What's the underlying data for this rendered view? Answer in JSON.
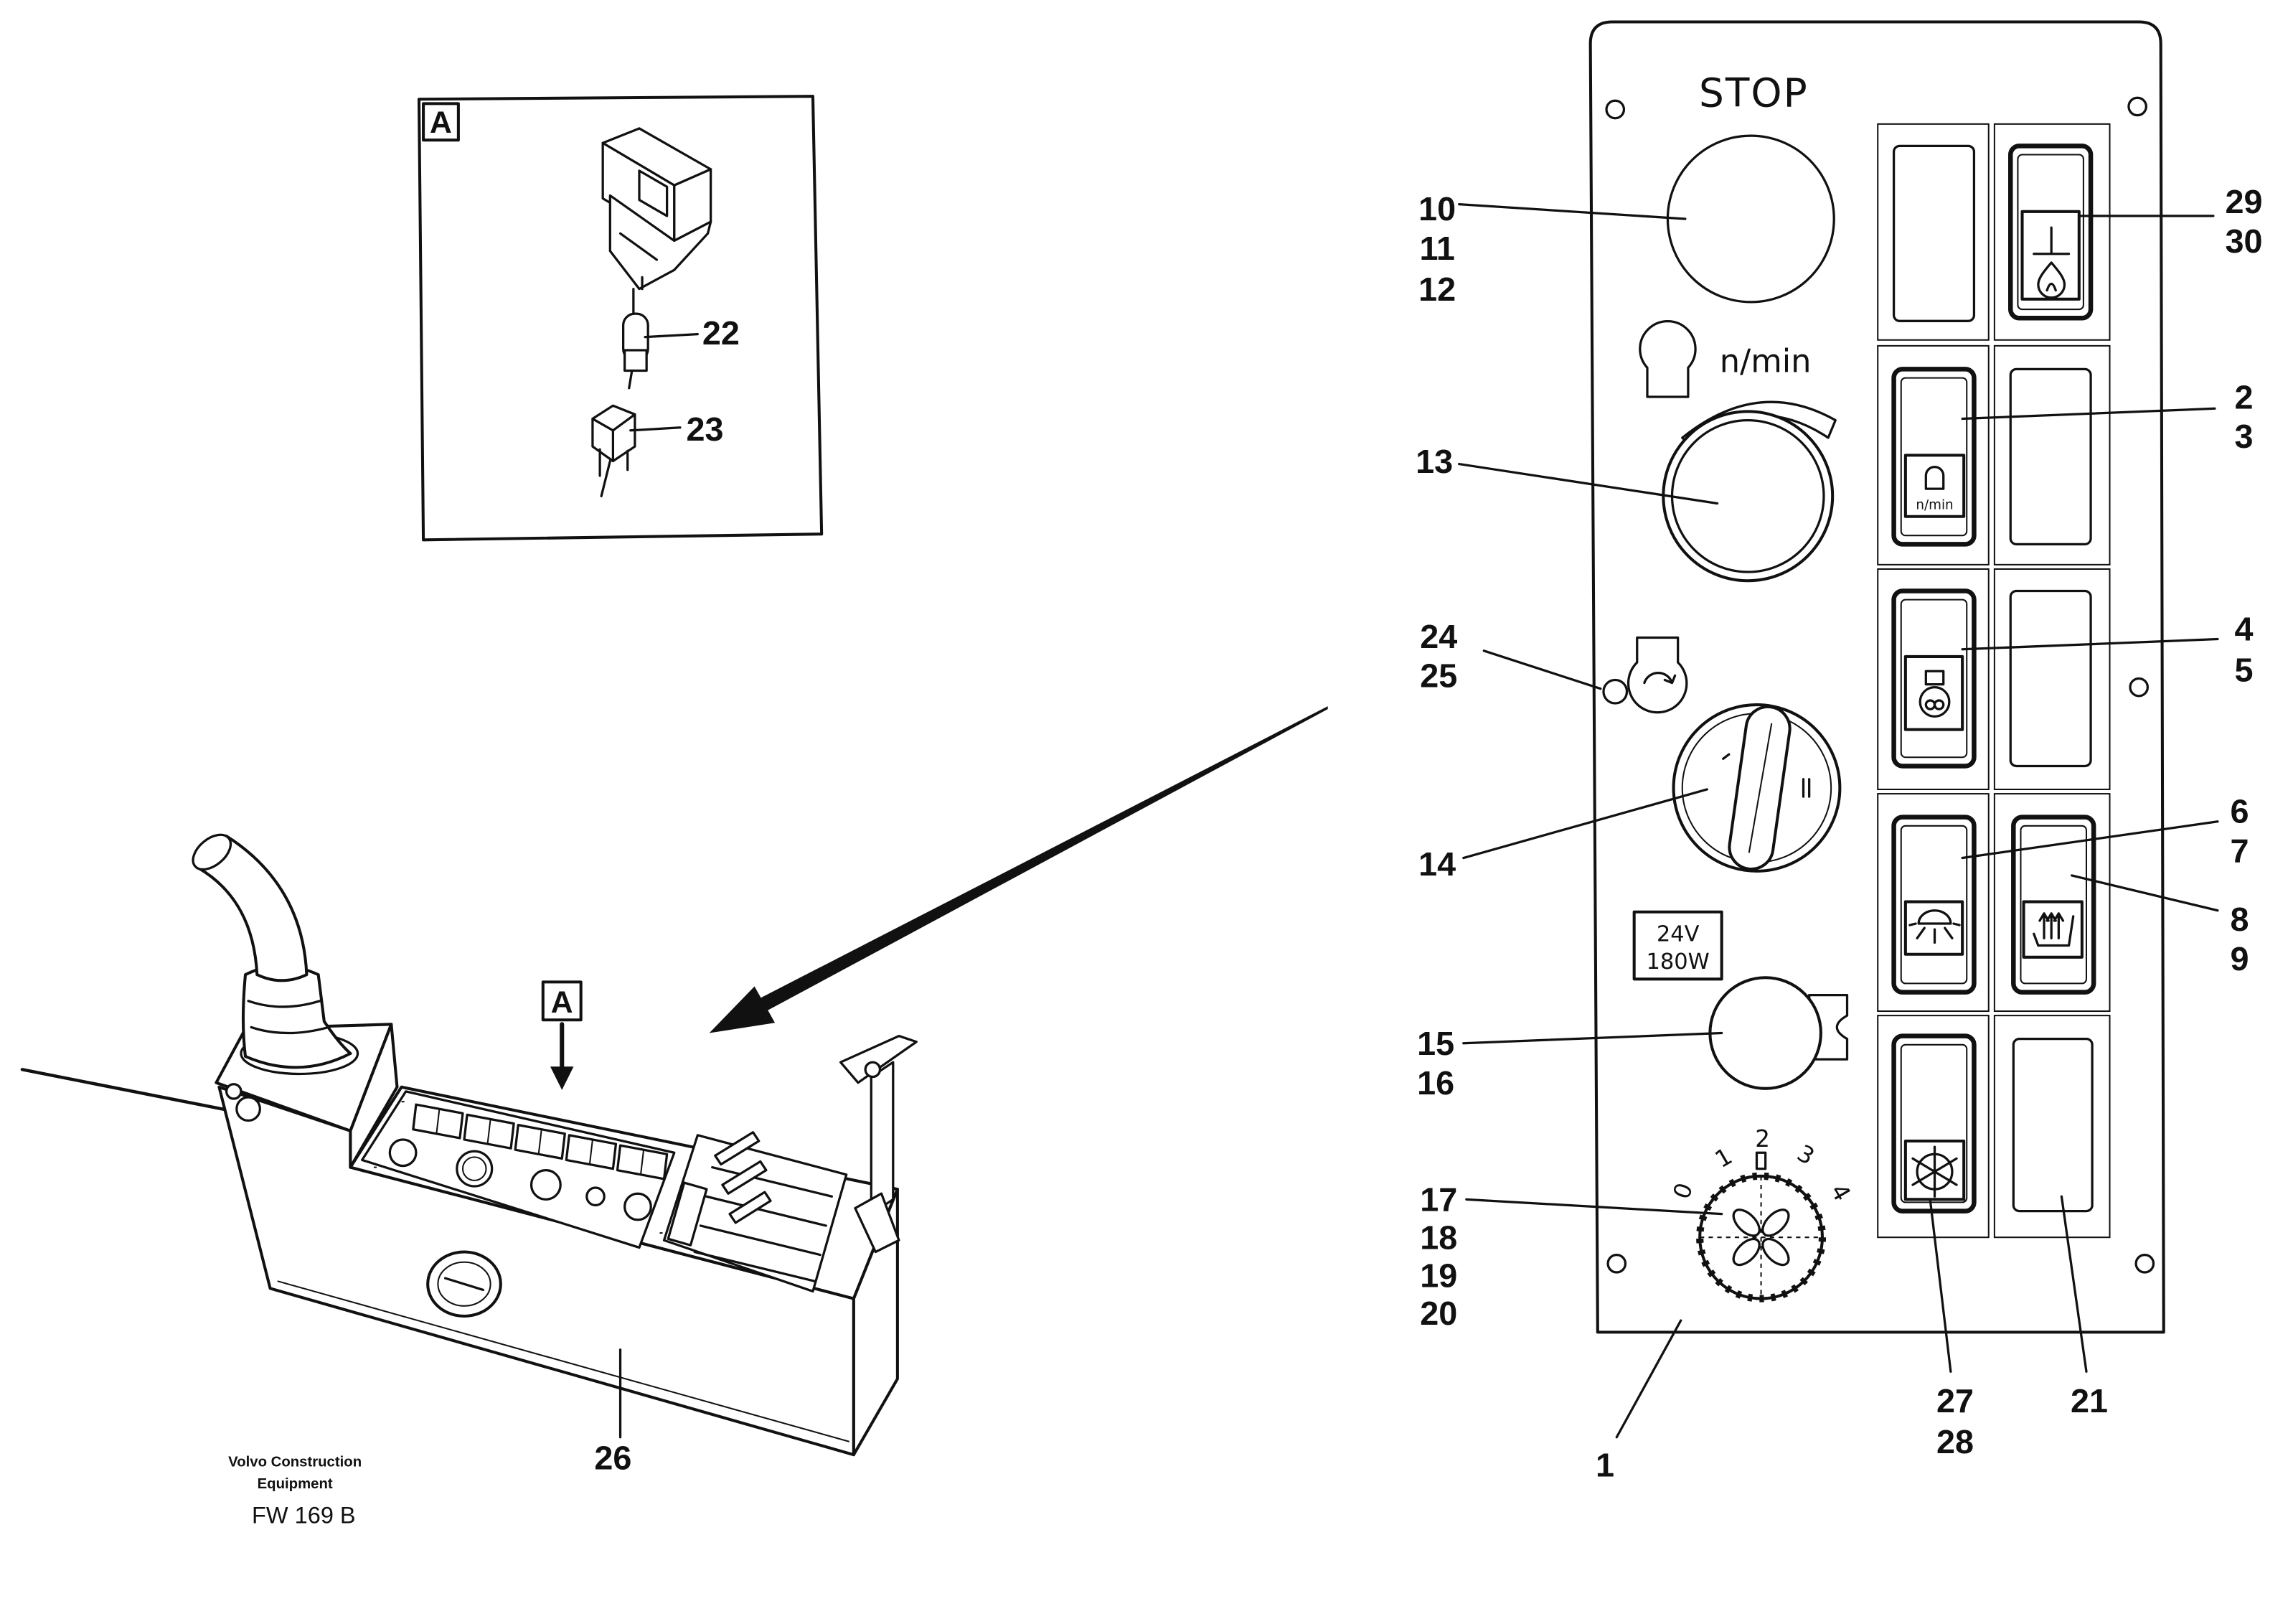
{
  "inset": {
    "label": "A"
  },
  "view_arrow_label": "A",
  "panel": {
    "stop_label": "STOP",
    "speed_label": "n/min",
    "switch_speed_label": "n/min",
    "socket_rating": {
      "voltage": "24V",
      "power": "180W"
    },
    "fan_dial_ticks": [
      "0",
      "1",
      "2",
      "3",
      "4"
    ]
  },
  "callouts": [
    {
      "labels": [
        "10",
        "11",
        "12"
      ]
    },
    {
      "labels": [
        "29",
        "30"
      ]
    },
    {
      "labels": [
        "2",
        "3"
      ]
    },
    {
      "labels": [
        "13"
      ]
    },
    {
      "labels": [
        "4",
        "5"
      ]
    },
    {
      "labels": [
        "24",
        "25"
      ]
    },
    {
      "labels": [
        "14"
      ]
    },
    {
      "labels": [
        "6",
        "7"
      ]
    },
    {
      "labels": [
        "8",
        "9"
      ]
    },
    {
      "labels": [
        "15",
        "16"
      ]
    },
    {
      "labels": [
        "17",
        "18",
        "19",
        "20"
      ]
    },
    {
      "labels": [
        "1"
      ]
    },
    {
      "labels": [
        "27",
        "28"
      ]
    },
    {
      "labels": [
        "21"
      ]
    },
    {
      "labels": [
        "22"
      ]
    },
    {
      "labels": [
        "23"
      ]
    },
    {
      "labels": [
        "26"
      ]
    }
  ],
  "footer": {
    "brand_line1": "Volvo Construction",
    "brand_line2": "Equipment",
    "drawing_ref": "FW 169 B"
  }
}
